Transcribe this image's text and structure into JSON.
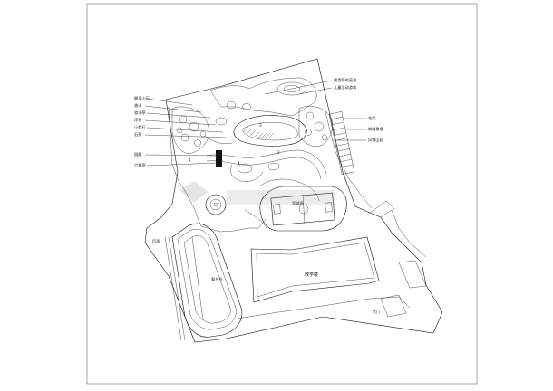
{
  "drawing": {
    "left_labels": [
      "健身山石",
      "香水",
      "驳水亭",
      "浮桥",
      "小乔石",
      "石桥",
      "园路",
      "六角亭"
    ],
    "top_labels": [
      "景墙旁的溪流",
      "儿童活动游戏"
    ],
    "right_labels": [
      "花架",
      "城墙景墙",
      "风蚀山岩"
    ],
    "building_labels": {
      "sports_field": "后面",
      "court": "篮球场",
      "teaching_building": "教学楼",
      "gate": "大门",
      "stand": "看台台"
    },
    "zone_marks": [
      "1",
      "2",
      "3",
      "4"
    ]
  }
}
